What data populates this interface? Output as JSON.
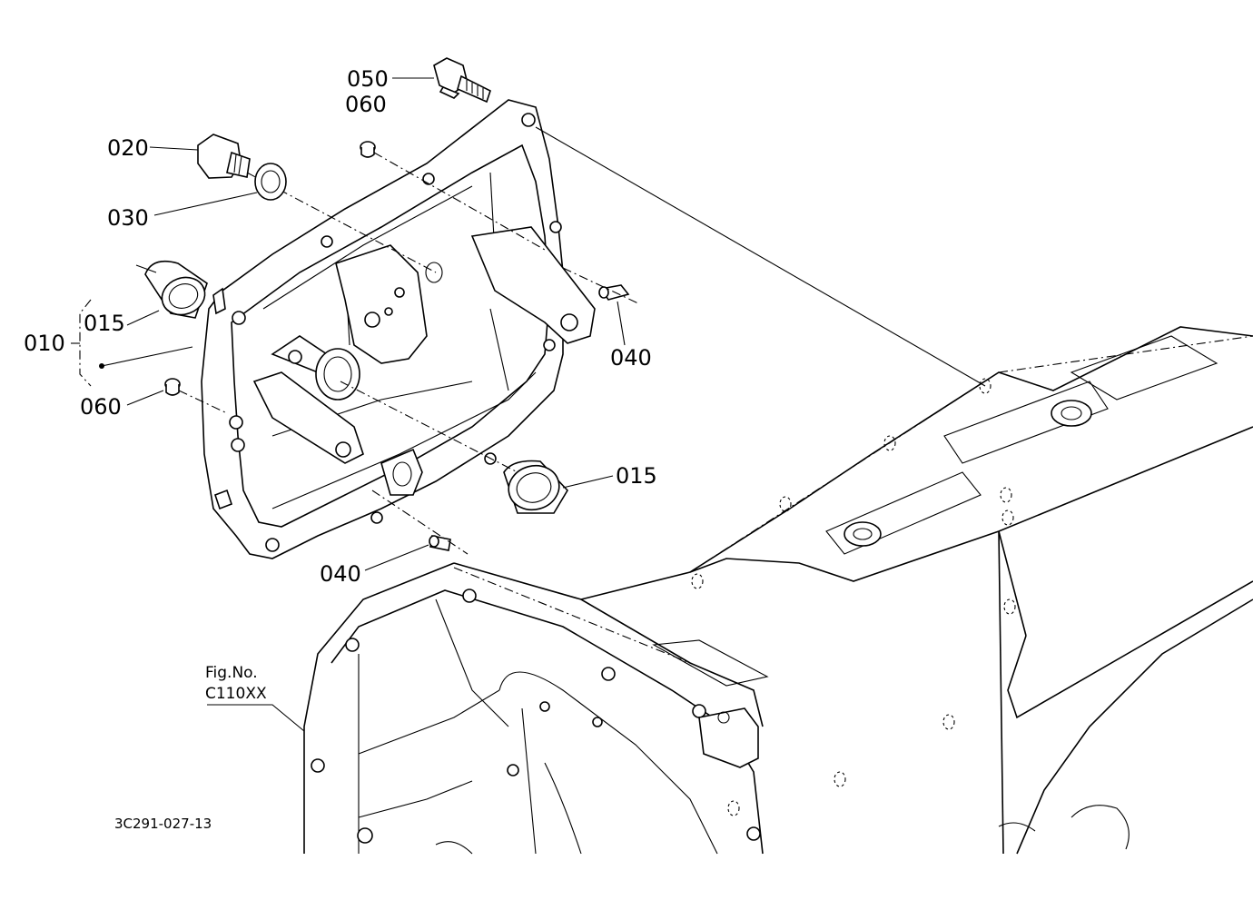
{
  "callouts": {
    "c050": "050",
    "c060_top": "060",
    "c020": "020",
    "c030": "030",
    "c010": "010",
    "c015_left": "015",
    "c060_left": "060",
    "c040_right": "040",
    "c015_right": "015",
    "c040_bottom": "040"
  },
  "figure_reference": {
    "line1": "Fig.No.",
    "line2": "C110XX"
  },
  "drawing_number": "3C291-027-13"
}
